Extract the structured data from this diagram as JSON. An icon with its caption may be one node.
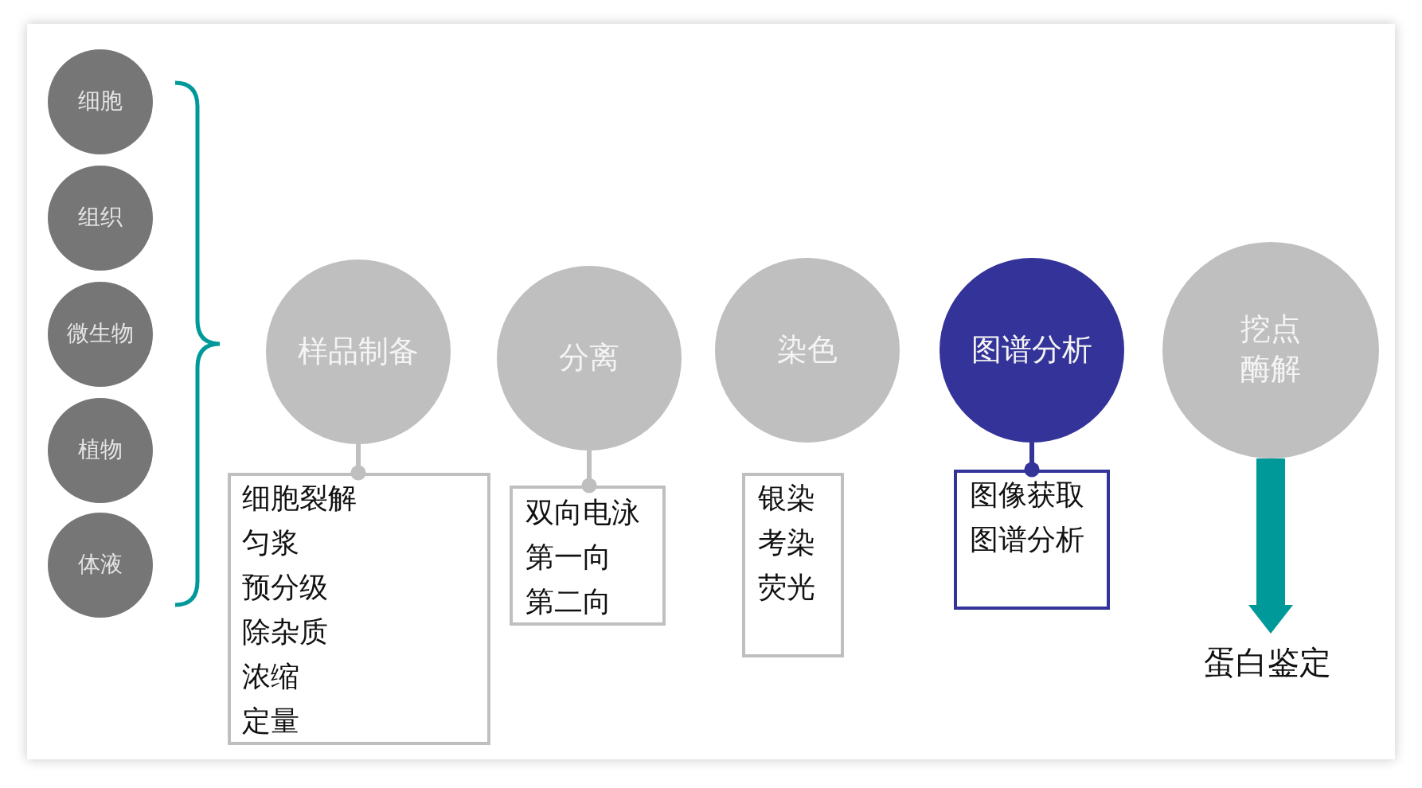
{
  "diagram": {
    "nodes": [
      {
        "text": [
          "细胞"
        ]
      },
      {
        "text": [
          "组织"
        ]
      },
      {
        "text": [
          "微生物"
        ]
      },
      {
        "text": [
          "植物"
        ]
      },
      {
        "text": [
          "体液"
        ]
      },
      {
        "text": [
          "样品制备"
        ]
      },
      {
        "text": [
          "分离"
        ]
      },
      {
        "text": [
          "染色"
        ]
      },
      {
        "text": [
          "图谱分析"
        ]
      },
      {
        "text": [
          "挖点酶解"
        ]
      },
      {
        "text": [
          "细胞裂解",
          "匀浆",
          "预分级",
          "除杂质",
          "浓缩",
          "定量"
        ]
      },
      {
        "text": [
          "双向电泳",
          "第一向",
          "第二向"
        ]
      },
      {
        "text": [
          "银染",
          "考染",
          "荧光"
        ]
      },
      {
        "text": [
          "图像获取",
          "图谱分析"
        ]
      },
      {
        "text": [
          "蛋白鉴定"
        ]
      }
    ],
    "edges": [
      {
        "from": 5,
        "to": 10,
        "arrow": "other"
      },
      {
        "from": 6,
        "to": 11,
        "arrow": "other"
      },
      {
        "from": 8,
        "to": 13,
        "arrow": "other",
        "color": "#333399"
      },
      {
        "from": 9,
        "to": 14,
        "arrow": "to",
        "style": "thick",
        "color": "#009999"
      }
    ]
  }
}
